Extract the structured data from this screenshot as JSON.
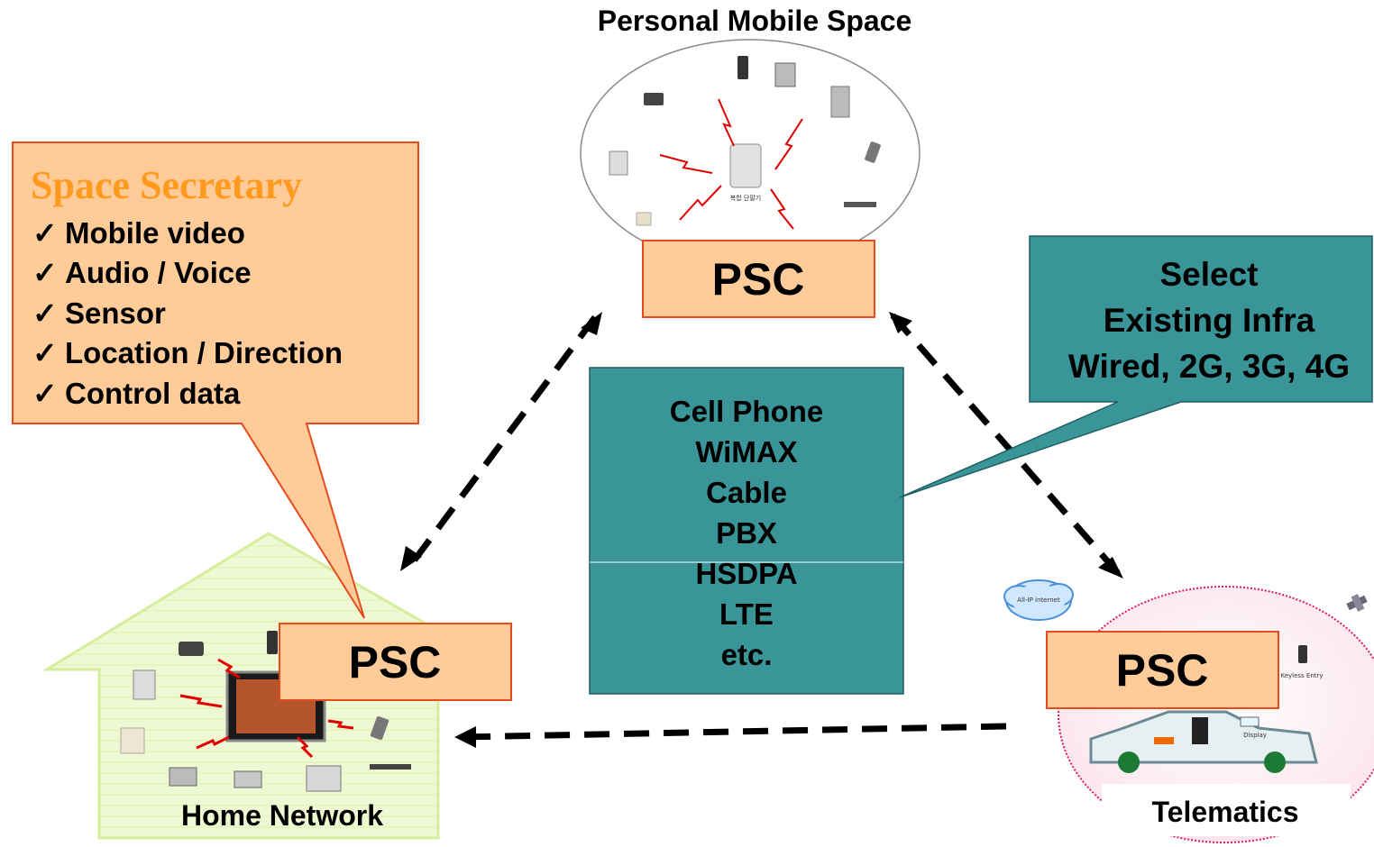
{
  "personal_space": {
    "label": "Personal Mobile Space",
    "center_device_label": "복합 단말기"
  },
  "home": {
    "label": "Home Network"
  },
  "telematics": {
    "label": "Telematics",
    "cloud_label": "All-IP internet",
    "device_labels": [
      "Keyless Entry",
      "Display"
    ]
  },
  "psc_boxes": {
    "top": "PSC",
    "home": "PSC",
    "telematics": "PSC"
  },
  "space_secretary": {
    "title": "Space Secretary",
    "check": "✓",
    "items": [
      "Mobile video",
      "Audio / Voice",
      "Sensor",
      "Location / Direction",
      "Control data"
    ]
  },
  "network_box": {
    "items": [
      "Cell Phone",
      "WiMAX",
      "Cable",
      "PBX",
      "HSDPA",
      "LTE",
      "etc."
    ]
  },
  "select_box": {
    "lines": [
      "Select",
      "Existing Infra",
      "Wired, 2G, 3G, 4G"
    ]
  },
  "colors": {
    "orange_fill": "#ffcc99",
    "orange_border": "#e64b1e",
    "teal_fill": "#3a9599",
    "title_orange": "#ff9a1e",
    "house_fill": "#eaf6c6",
    "house_border": "#d8f0a0",
    "arrow": "#000000",
    "telematics_border": "#e2195a"
  }
}
